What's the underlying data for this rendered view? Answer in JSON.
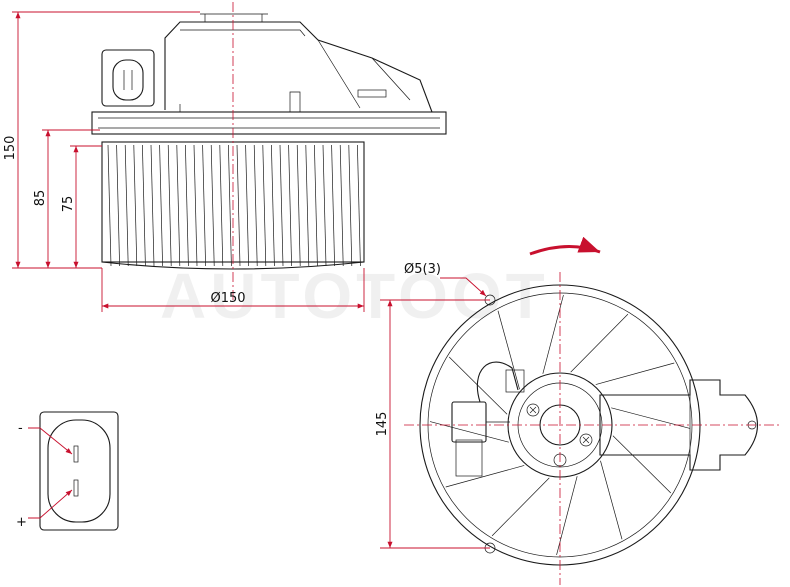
{
  "watermark": "AUTOTOOT",
  "dimensions": {
    "overall_height": "150",
    "body_height": "85",
    "wheel_height": "75",
    "wheel_diameter": "Ø150",
    "hole_spacing": "145",
    "hole_callout": "Ø5(3)"
  },
  "connector": {
    "minus_label": "-",
    "plus_label": "+"
  },
  "colors": {
    "dimension": "#c8102e",
    "line": "#1a1a1a"
  }
}
